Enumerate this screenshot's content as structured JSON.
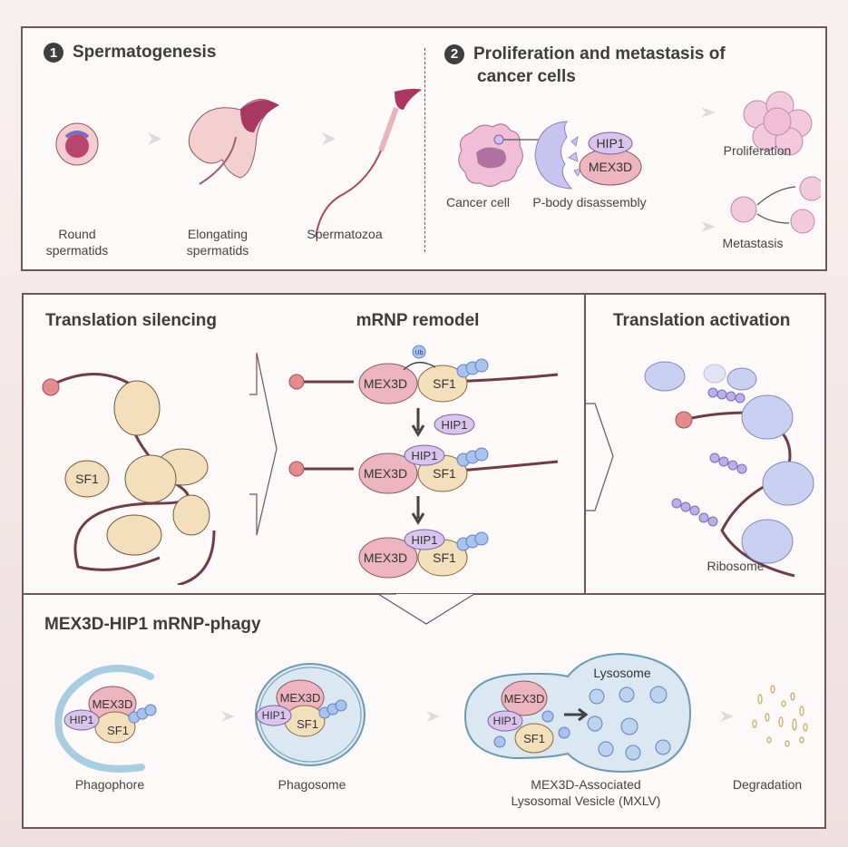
{
  "top": {
    "section1": {
      "number": "1",
      "title": "Spermatogenesis",
      "stages": [
        {
          "line1": "Round",
          "line2": "spermatids"
        },
        {
          "line1": "Elongating",
          "line2": "spermatids"
        },
        {
          "line1": "Spermatozoa",
          "line2": ""
        }
      ]
    },
    "section2": {
      "number": "2",
      "title_line1": "Proliferation and metastasis of",
      "title_line2": "cancer cells",
      "cancer_cell": "Cancer cell",
      "pbody": "P-body disassembly",
      "hip1": "HIP1",
      "mex3d": "MEX3D",
      "proliferation": "Proliferation",
      "metastasis": "Metastasis"
    }
  },
  "middle": {
    "silencing": {
      "title": "Translation silencing",
      "sf1": "SF1"
    },
    "remodel": {
      "title": "mRNP remodel",
      "ub": "Ub",
      "mex3d": "MEX3D",
      "sf1": "SF1",
      "hip1": "HIP1"
    },
    "activation": {
      "title": "Translation activation",
      "ribosome": "Ribosome"
    }
  },
  "bottom": {
    "title": "MEX3D-HIP1 mRNP-phagy",
    "mex3d": "MEX3D",
    "hip1": "HIP1",
    "sf1": "SF1",
    "lysosome": "Lysosome",
    "stages": {
      "phagophore": "Phagophore",
      "phagosome": "Phagosome",
      "mxlv_line1": "MEX3D-Associated",
      "mxlv_line2": "Lysosomal Vesicle (MXLV)",
      "degradation": "Degradation"
    }
  },
  "colors": {
    "border": "#6e5558",
    "mex3d": "#ecb5c0",
    "sf1": "#f3d7ad",
    "hip1": "#d9c4ec",
    "bead": "#a9c3ee",
    "rna": "#6e3c45",
    "ribosome": "#c9d0f2",
    "vesicle": "#dbe8f2"
  }
}
